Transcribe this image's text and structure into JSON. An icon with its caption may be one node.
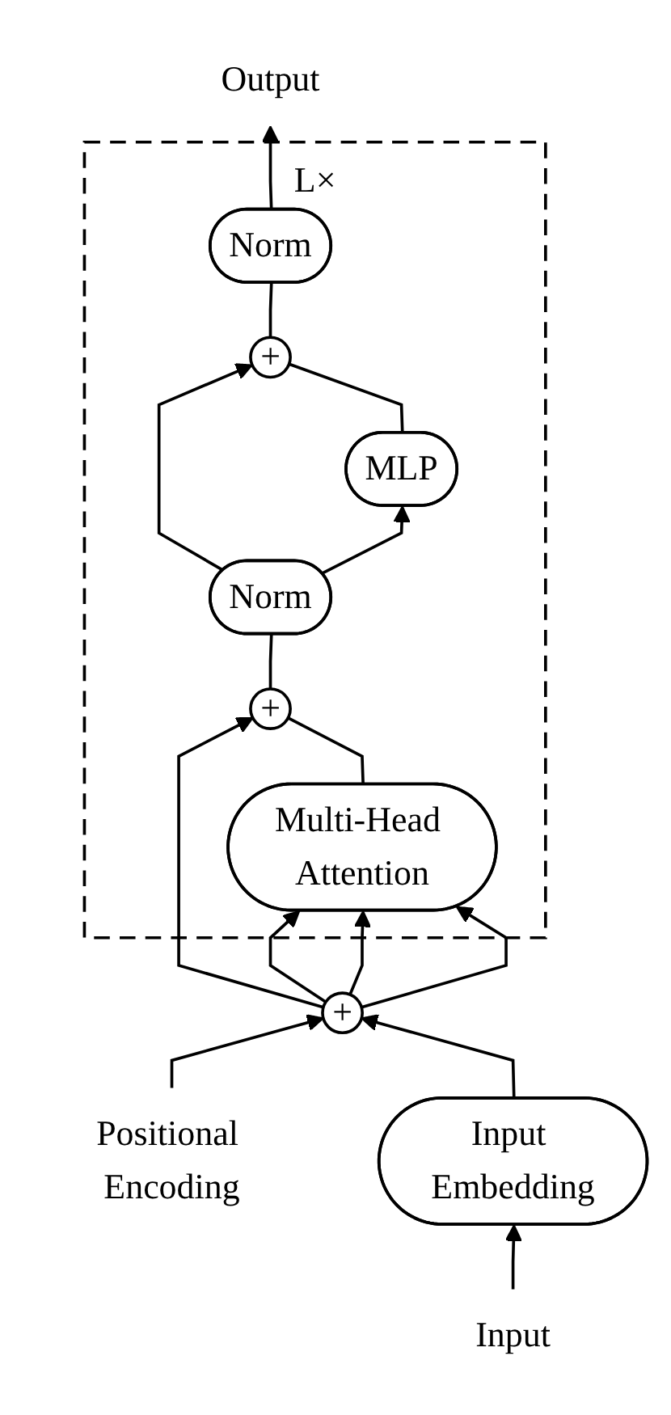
{
  "diagram": {
    "nodes": [
      {
        "text": [
          "Output"
        ]
      },
      {
        "text": [
          "L×"
        ]
      },
      {
        "text": [
          "Norm"
        ],
        "in": 1
      },
      {
        "text": [
          "+"
        ],
        "in": 1
      },
      {
        "text": [
          "MLP"
        ],
        "in": 1
      },
      {
        "text": [
          "Norm"
        ],
        "in": 1
      },
      {
        "text": [
          "+"
        ],
        "in": 1
      },
      {
        "text": [
          "Multi-Head Attention"
        ],
        "in": 1
      },
      {
        "text": [
          "Positional Encoding"
        ]
      },
      {
        "text": [
          "+"
        ]
      },
      {
        "text": [
          "Input Embedding"
        ]
      },
      {
        "text": [
          "Input"
        ]
      }
    ],
    "edges": [
      {
        "from": 8,
        "to": 9,
        "arrow": "to"
      },
      {
        "from": 11,
        "to": 10,
        "arrow": "to"
      },
      {
        "from": 10,
        "to": 9,
        "arrow": "to"
      },
      {
        "from": 9,
        "to": 7,
        "arrow": "to"
      },
      {
        "from": 9,
        "to": 7,
        "arrow": "to"
      },
      {
        "from": 9,
        "to": 7,
        "arrow": "to"
      },
      {
        "from": 9,
        "to": 6,
        "arrow": "to"
      },
      {
        "from": 7,
        "to": 6,
        "arrow": "none"
      },
      {
        "from": 6,
        "to": 5,
        "arrow": "none"
      },
      {
        "from": 5,
        "to": 4,
        "arrow": "to"
      },
      {
        "from": 5,
        "to": 3,
        "arrow": "to"
      },
      {
        "from": 4,
        "to": 3,
        "arrow": "none"
      },
      {
        "from": 3,
        "to": 2,
        "arrow": "none"
      },
      {
        "from": 2,
        "to": 0,
        "arrow": "to"
      }
    ]
  }
}
